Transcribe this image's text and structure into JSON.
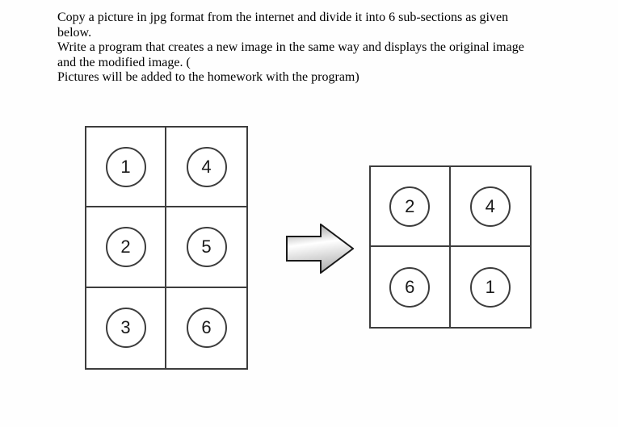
{
  "instructions": {
    "lines": [
      "Copy a picture in jpg format from the internet and divide it into 6 sub-sections as given",
      "below.",
      "Write a program that creates a new image in the same way and displays the original image",
      "and the modified image. (",
      "Pictures will be added to the homework with the program)"
    ]
  },
  "original_grid": {
    "rows": 3,
    "cols": 2,
    "cells": [
      {
        "label": "1"
      },
      {
        "label": "4"
      },
      {
        "label": "2"
      },
      {
        "label": "5"
      },
      {
        "label": "3"
      },
      {
        "label": "6"
      }
    ]
  },
  "modified_grid": {
    "rows": 2,
    "cols": 2,
    "cells": [
      {
        "label": "2"
      },
      {
        "label": "4"
      },
      {
        "label": "6"
      },
      {
        "label": "1"
      }
    ]
  },
  "arrow": {
    "icon": "right-block-arrow",
    "direction": "right"
  },
  "colors": {
    "line": "#3d3d3d",
    "background": "#ffffff",
    "arrow_outline": "#1a1a1a",
    "arrow_gradient_top": "#8f8f8f",
    "arrow_gradient_mid": "#ffffff",
    "arrow_gradient_bottom": "#b4b4b4"
  }
}
